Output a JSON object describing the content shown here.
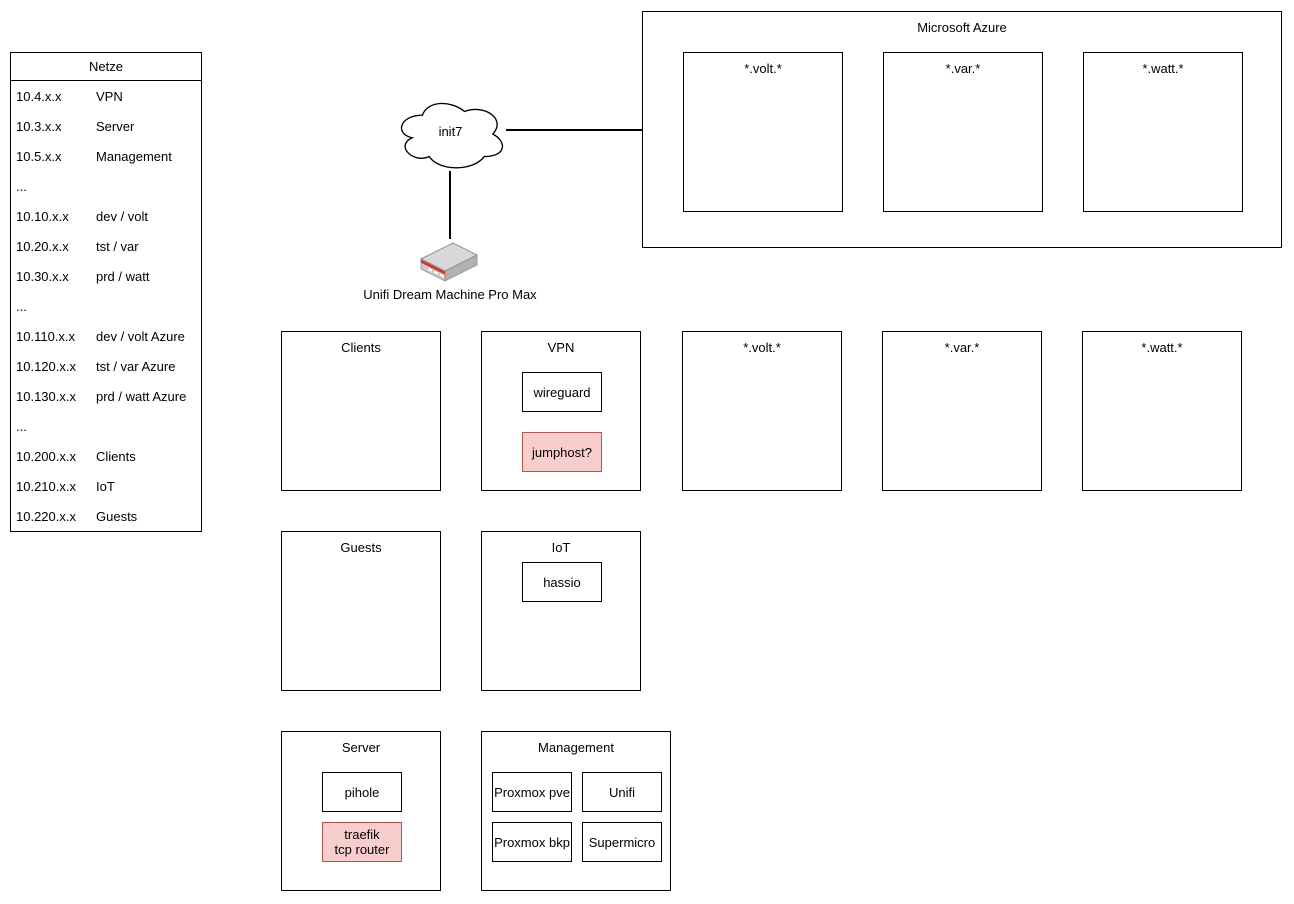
{
  "netze": {
    "title": "Netze",
    "rows": [
      {
        "ip": "10.4.x.x",
        "name": "VPN"
      },
      {
        "ip": "10.3.x.x",
        "name": "Server"
      },
      {
        "ip": "10.5.x.x",
        "name": "Management"
      },
      {
        "ip": "...",
        "name": ""
      },
      {
        "ip": "10.10.x.x",
        "name": "dev / volt"
      },
      {
        "ip": "10.20.x.x",
        "name": "tst / var"
      },
      {
        "ip": "10.30.x.x",
        "name": "prd / watt"
      },
      {
        "ip": "...",
        "name": ""
      },
      {
        "ip": "10.110.x.x",
        "name": "dev / volt Azure"
      },
      {
        "ip": "10.120.x.x",
        "name": "tst / var Azure"
      },
      {
        "ip": "10.130.x.x",
        "name": "prd / watt Azure"
      },
      {
        "ip": "...",
        "name": ""
      },
      {
        "ip": "10.200.x.x",
        "name": "Clients"
      },
      {
        "ip": "10.210.x.x",
        "name": "IoT"
      },
      {
        "ip": "10.220.x.x",
        "name": "Guests"
      }
    ]
  },
  "wan": {
    "cloud_label": "init7",
    "router_label": "Unifi Dream Machine Pro Max"
  },
  "azure": {
    "title": "Microsoft Azure",
    "volt": "*.volt.*",
    "var": "*.var.*",
    "watt": "*.watt.*"
  },
  "zones": {
    "clients": "Clients",
    "vpn": "VPN",
    "wireguard": "wireguard",
    "jumphost": "jumphost?",
    "volt": "*.volt.*",
    "var": "*.var.*",
    "watt": "*.watt.*",
    "guests": "Guests",
    "iot": "IoT",
    "hassio": "hassio",
    "server": "Server",
    "pihole": "pihole",
    "traefik_line1": "traefik",
    "traefik_line2": "tcp router",
    "management": "Management",
    "proxmox_pve": "Proxmox pve",
    "unifi": "Unifi",
    "proxmox_bkp": "Proxmox bkp",
    "supermicro": "Supermicro"
  },
  "colors": {
    "box_stroke": "#000000",
    "highlight_fill": "#f8cecc",
    "highlight_stroke": "#b85450",
    "router_red": "#df352b",
    "router_gray": "#d8d8db"
  }
}
